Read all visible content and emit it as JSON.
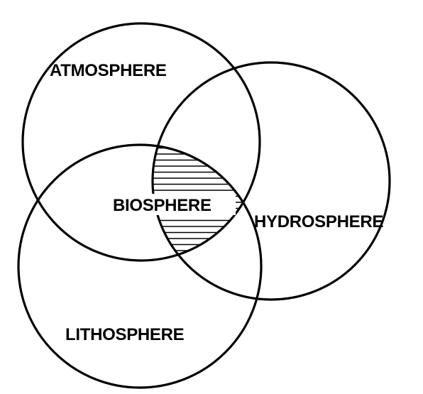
{
  "diagram": {
    "type": "venn",
    "sets": [
      {
        "id": "atmosphere",
        "label": "ATMOSPHERE"
      },
      {
        "id": "hydrosphere",
        "label": "HYDROSPHERE"
      },
      {
        "id": "lithosphere",
        "label": "LITHOSPHERE"
      }
    ],
    "intersection": {
      "sets": [
        "atmosphere",
        "hydrosphere",
        "lithosphere"
      ],
      "label": "BIOSPHERE",
      "fill": "hatched"
    },
    "colors": {
      "stroke": "#000000",
      "background": "#ffffff"
    }
  }
}
